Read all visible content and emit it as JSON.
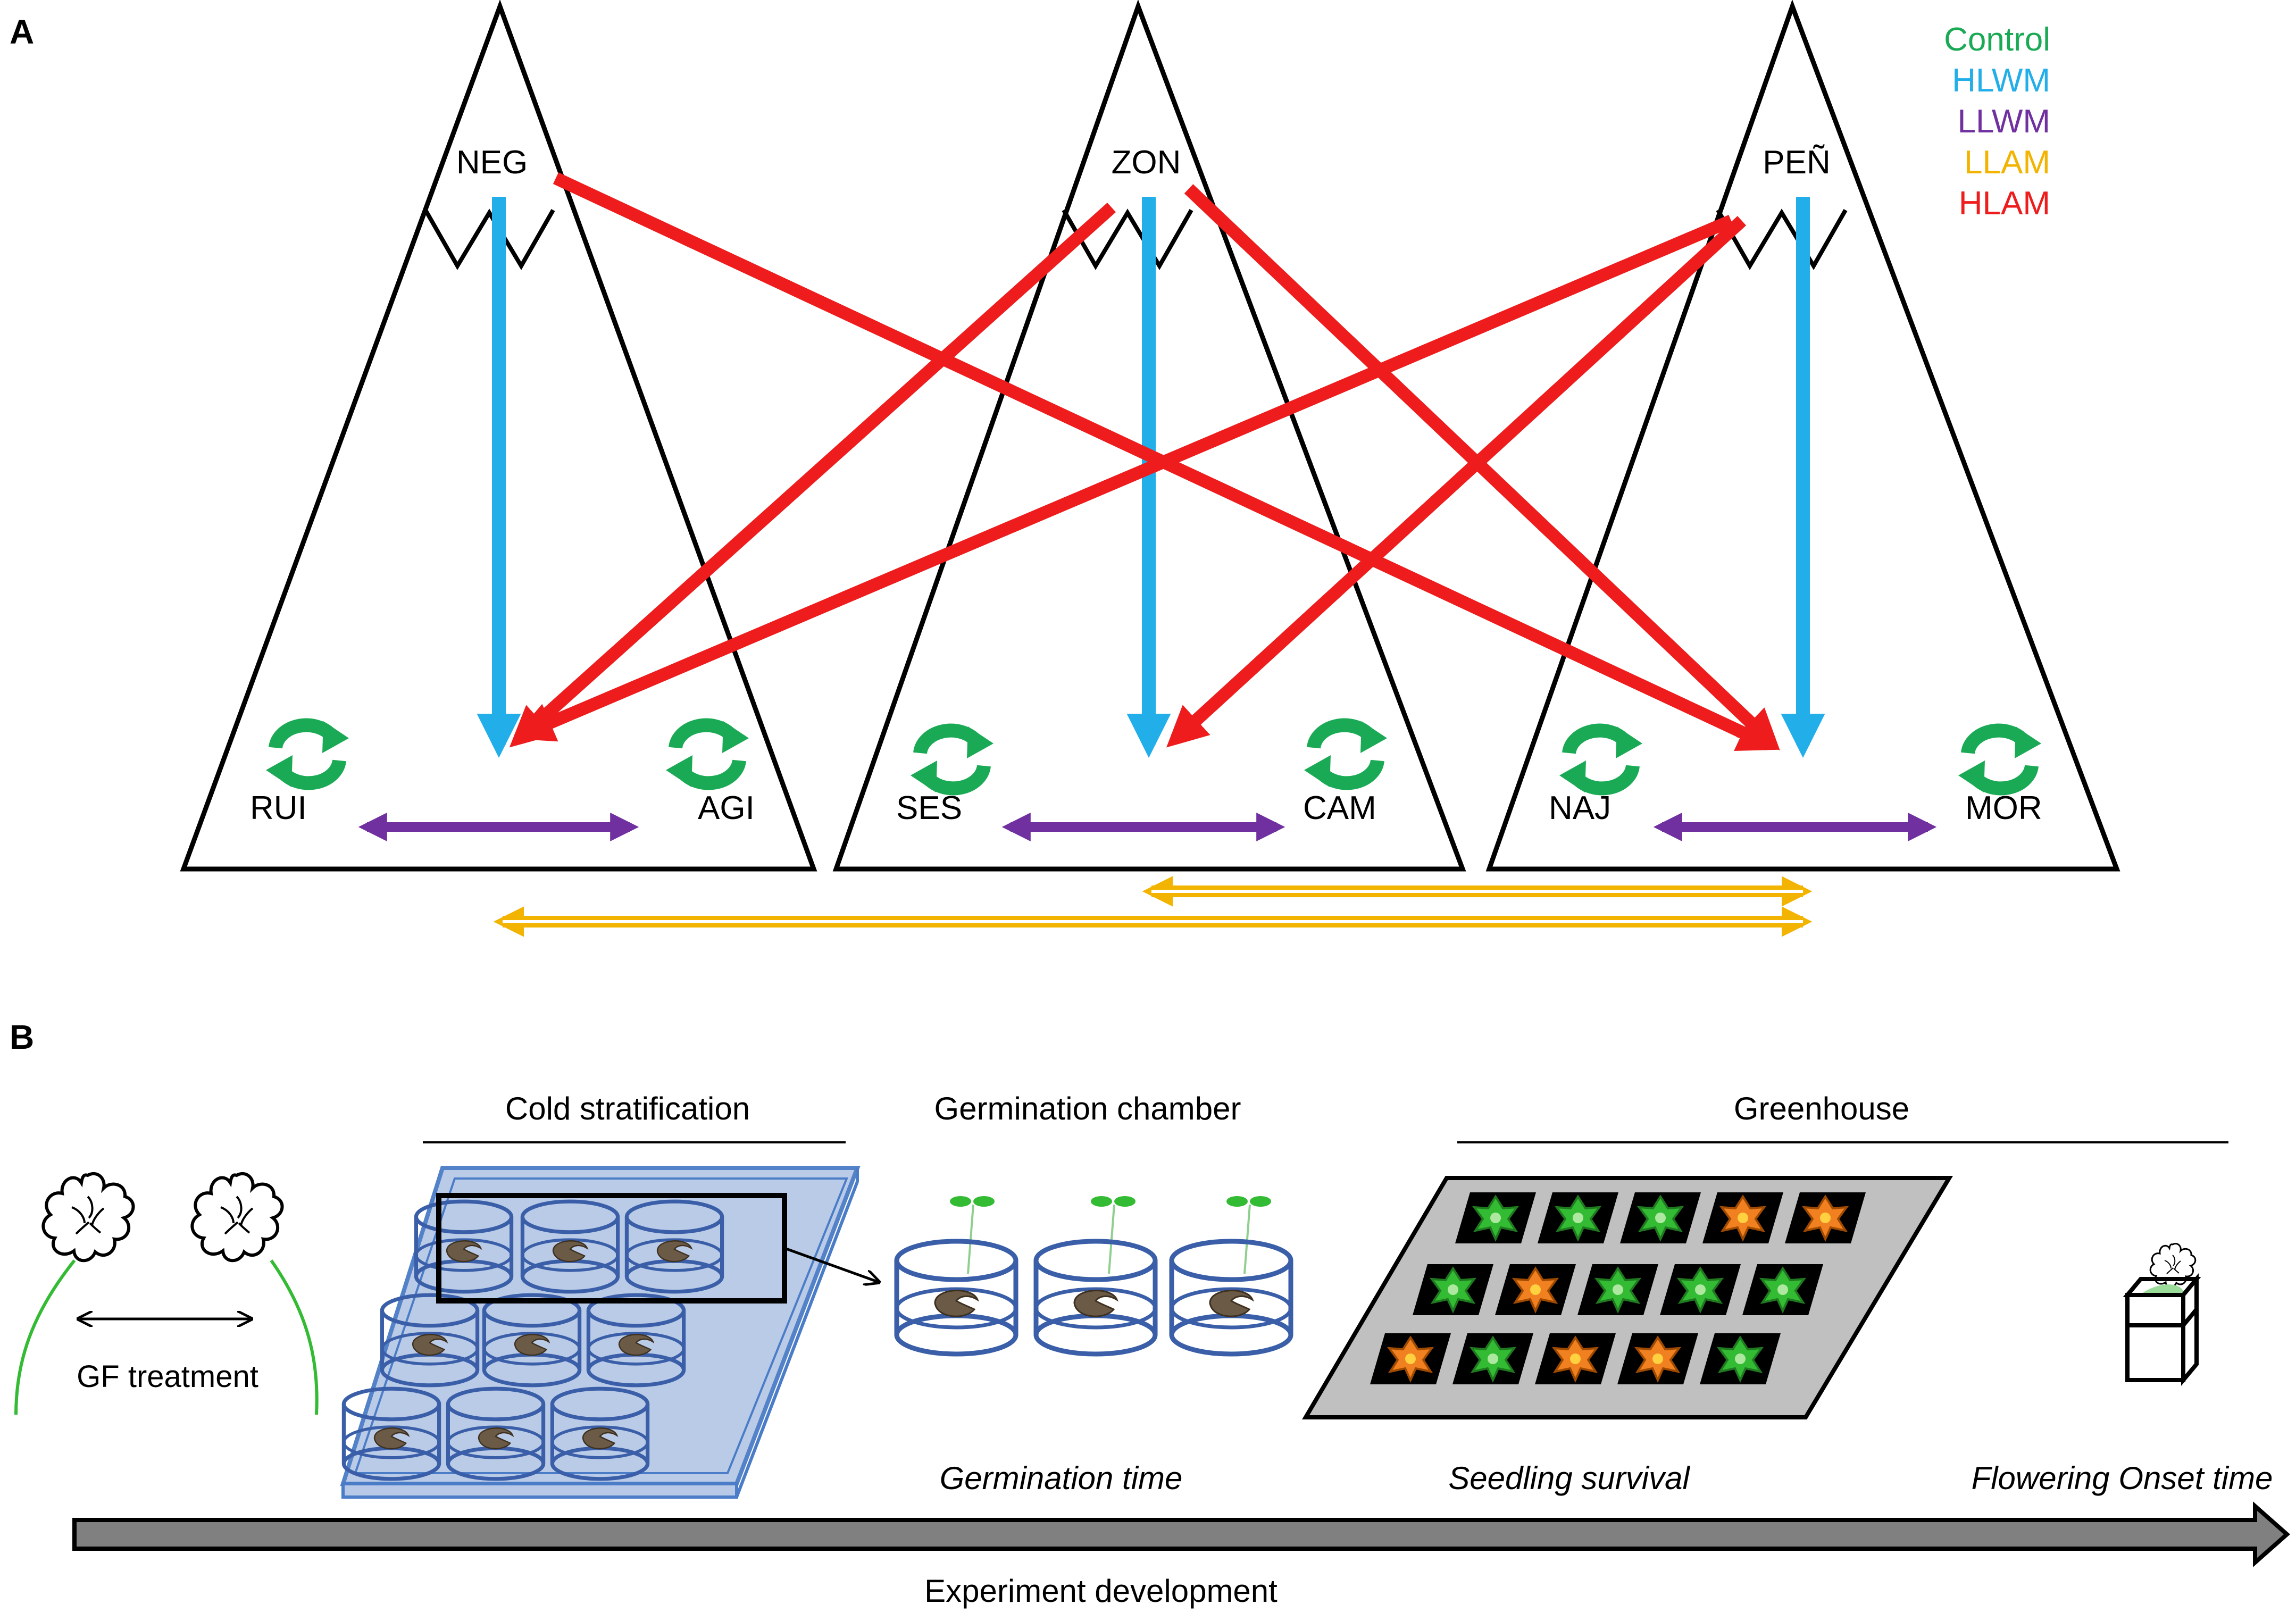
{
  "panel_a": {
    "label": "A",
    "legend": [
      {
        "text": "Control",
        "color": "#1aaa55"
      },
      {
        "text": "HLWM",
        "color": "#22aee8"
      },
      {
        "text": "LLWM",
        "color": "#7030a0"
      },
      {
        "text": "LLAM",
        "color": "#f2b400"
      },
      {
        "text": "HLAM",
        "color": "#ee1c1c"
      }
    ],
    "peaks": [
      "NEG",
      "ZON",
      "PEÑ"
    ],
    "sites": [
      "RUI",
      "AGI",
      "SES",
      "CAM",
      "NAJ",
      "MOR"
    ],
    "colors": {
      "control": "#1aaa55",
      "hlwm": "#22aee8",
      "llwm": "#7030a0",
      "llam": "#f2b400",
      "hlam": "#ee1c1c",
      "outline": "#000000"
    }
  },
  "panel_b": {
    "label": "B",
    "stages": {
      "cold": "Cold stratification",
      "germination": "Germination  chamber",
      "greenhouse": "Greenhouse"
    },
    "gf_treatment": "GF treatment",
    "measures": {
      "germination_time": "Germination  time",
      "seedling_survival": "Seedling survival",
      "flowering_onset": "Flowering Onset time"
    },
    "axis_label": "Experiment development",
    "colors": {
      "tray": "#b7c9e6",
      "tray_edge": "#4a7cc7",
      "pot": "#3a5fa8",
      "seed": "#6b5a45",
      "leaf_green": "#33bb33",
      "leaf_orange": "#f08020",
      "arrow_fill": "#808080"
    }
  }
}
